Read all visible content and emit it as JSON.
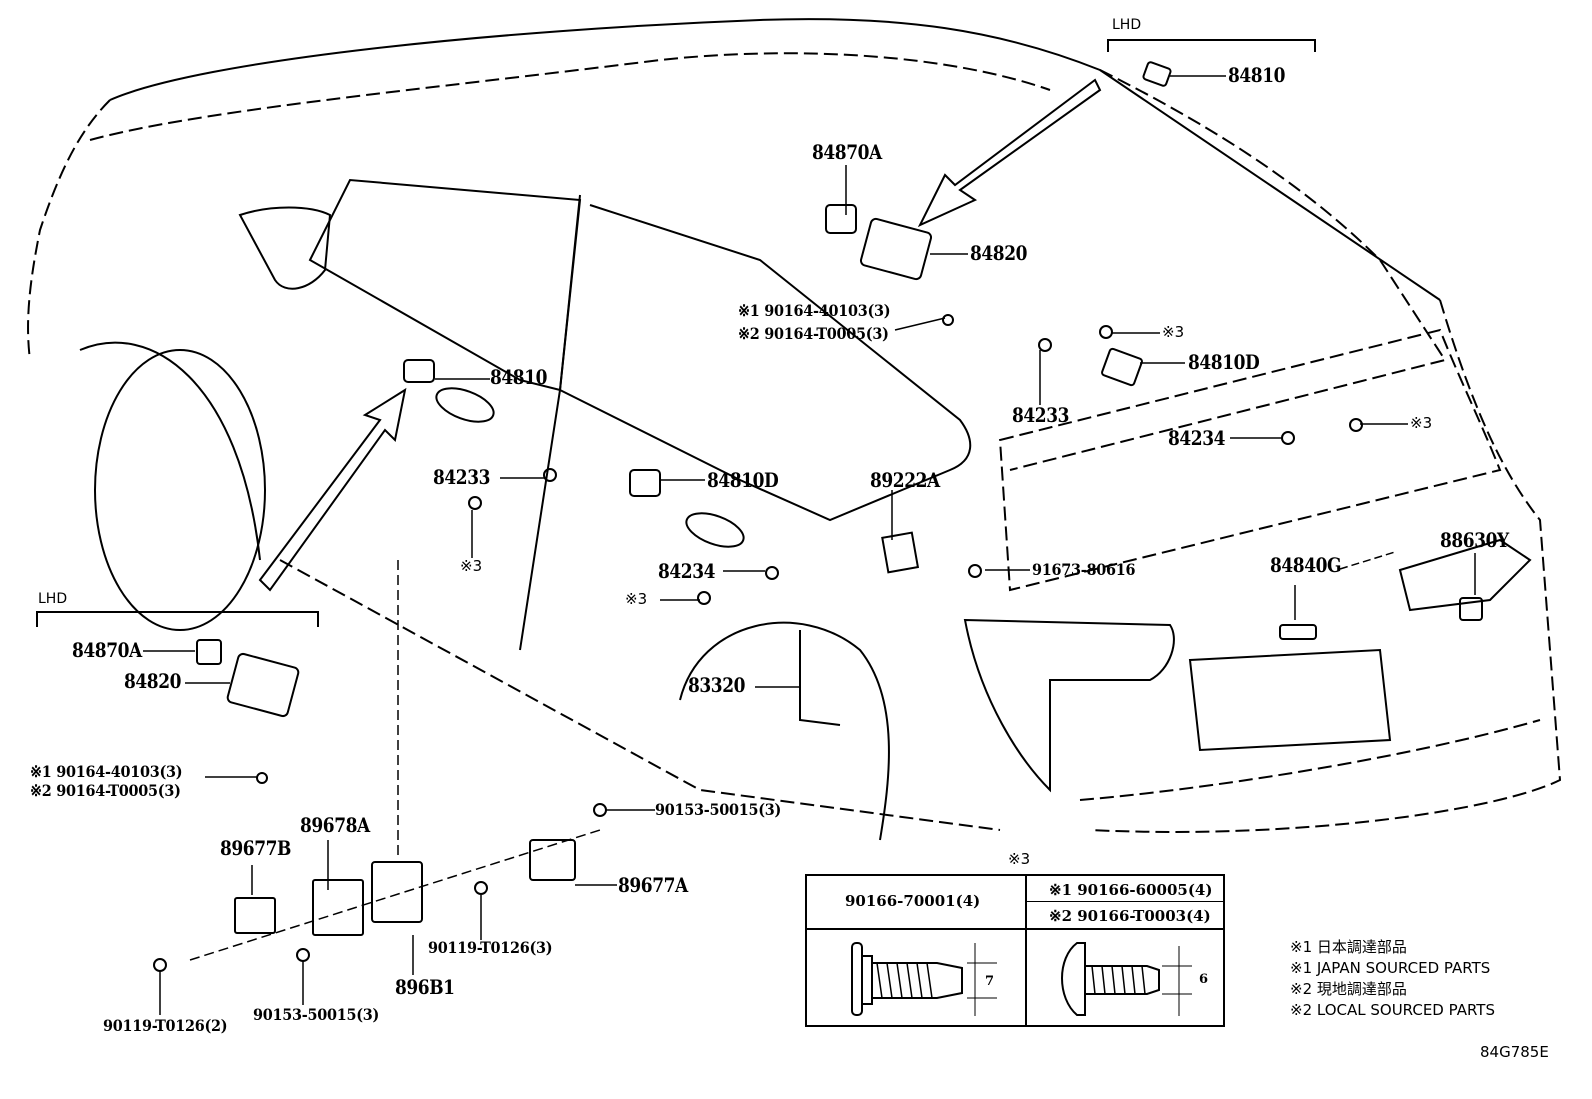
{
  "diagram": {
    "id_code": "84G785E",
    "groups": {
      "lhd_top": "LHD",
      "lhd_left": "LHD"
    },
    "labels": {
      "p84810_top": "84810",
      "p84870A_top": "84870A",
      "p84820_top": "84820",
      "fast1_top_a": "※1 90164-40103(3)",
      "fast1_top_b": "※2 90164-T0005(3)",
      "p84810_door": "84810",
      "p84233_right": "84233",
      "ref3_right_a": "※3",
      "p84810D_right": "84810D",
      "p84234_right": "84234",
      "ref3_right_b": "※3",
      "p84233_door": "84233",
      "ref3_door": "※3",
      "p84810D_door": "84810D",
      "p89222A": "89222A",
      "p91673": "91673-80616",
      "p84234_mid": "84234",
      "ref3_mid": "※3",
      "p83320": "83320",
      "p84840G": "84840G",
      "p88630Y": "88630Y",
      "p84870A_left": "84870A",
      "p84820_left": "84820",
      "fast_left_a": "※1 90164-40103(3)",
      "fast_left_b": "※2 90164-T0005(3)",
      "p90153_top": "90153-50015(3)",
      "p89678A": "89678A",
      "p89677B": "89677B",
      "p89677A": "89677A",
      "p90119_mid": "90119-T0126(3)",
      "p896B1": "896B1",
      "p90153_bot": "90153-50015(3)",
      "p90119_bot": "90119-T0126(2)"
    },
    "fastener_table": {
      "title": "※3",
      "col1_part": "90166-70001(4)",
      "col2_part_a": "※1 90166-60005(4)",
      "col2_part_b": "※2 90166-T0003(4)",
      "col1_dimension": "7",
      "col2_dimension": "6"
    },
    "legend": [
      "※1 日本調達部品",
      "※1 JAPAN SOURCED PARTS",
      "※2 現地調達部品",
      "※2 LOCAL SOURCED PARTS"
    ]
  }
}
